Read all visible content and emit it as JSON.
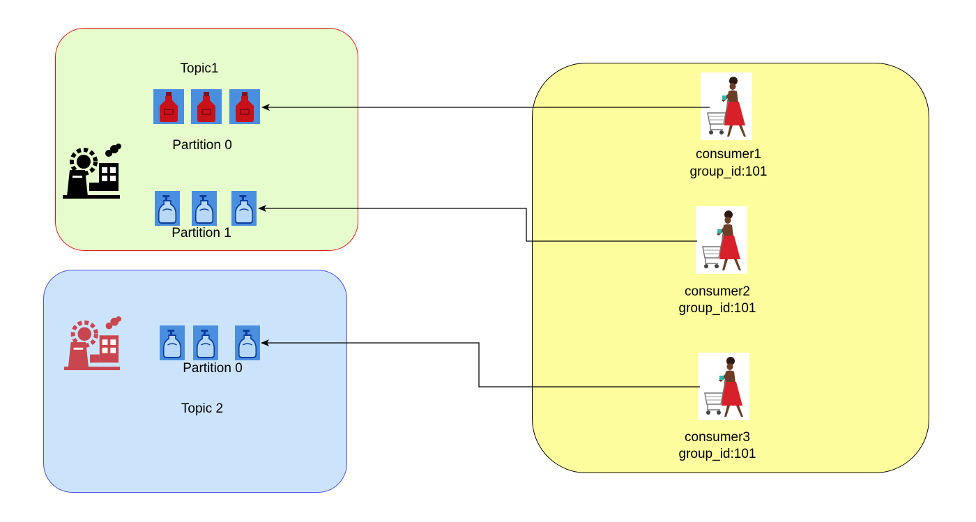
{
  "colors": {
    "topic1_fill": "#e6fccc",
    "topic1_border": "#d61f1f",
    "topic2_fill": "#cce4fb",
    "topic2_border": "#4a4ee8",
    "group_fill": "#fdfd9e",
    "tile_bg": "#4a8ee0",
    "red_bottle": "#c8121a",
    "blue_bottle": "#b8d8f8",
    "factory_black": "#000000",
    "factory_red": "#c9464e"
  },
  "topic1": {
    "title": "Topic1",
    "partitions": [
      {
        "label": "Partition 0",
        "message_icon": "red-bottle-icon",
        "message_count": 3
      },
      {
        "label": "Partition 1",
        "message_icon": "blue-soap-bottle-icon",
        "message_count": 3
      }
    ],
    "producer_icon": "factory-icon"
  },
  "topic2": {
    "title": "Topic 2",
    "partitions": [
      {
        "label": "Partition 0",
        "message_icon": "blue-soap-bottle-icon",
        "message_count": 3
      }
    ],
    "producer_icon": "factory-icon"
  },
  "consumer_group": {
    "consumers": [
      {
        "name": "consumer1",
        "group": "group_id:101",
        "icon": "shopper-with-cart-icon",
        "reads_from": "Topic1 / Partition 0"
      },
      {
        "name": "consumer2",
        "group": "group_id:101",
        "icon": "shopper-with-cart-icon",
        "reads_from": "Topic1 / Partition 1"
      },
      {
        "name": "consumer3",
        "group": "group_id:101",
        "icon": "shopper-with-cart-icon",
        "reads_from": "Topic 2 / Partition 0"
      }
    ]
  }
}
